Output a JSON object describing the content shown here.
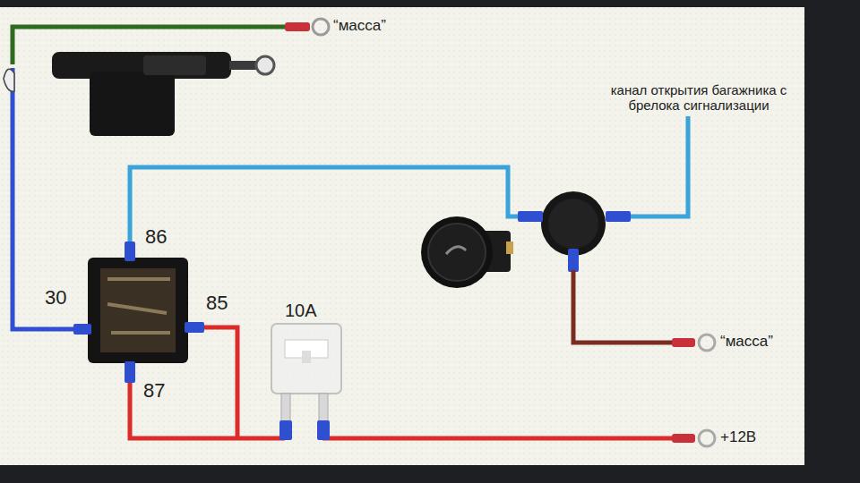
{
  "diagram": {
    "labels": [
      "“масса”",
      "канал открытия багажника с брелока сигнализации",
      "86",
      "30",
      "85",
      "87",
      "10A",
      "“масса”",
      "+12В"
    ]
  }
}
